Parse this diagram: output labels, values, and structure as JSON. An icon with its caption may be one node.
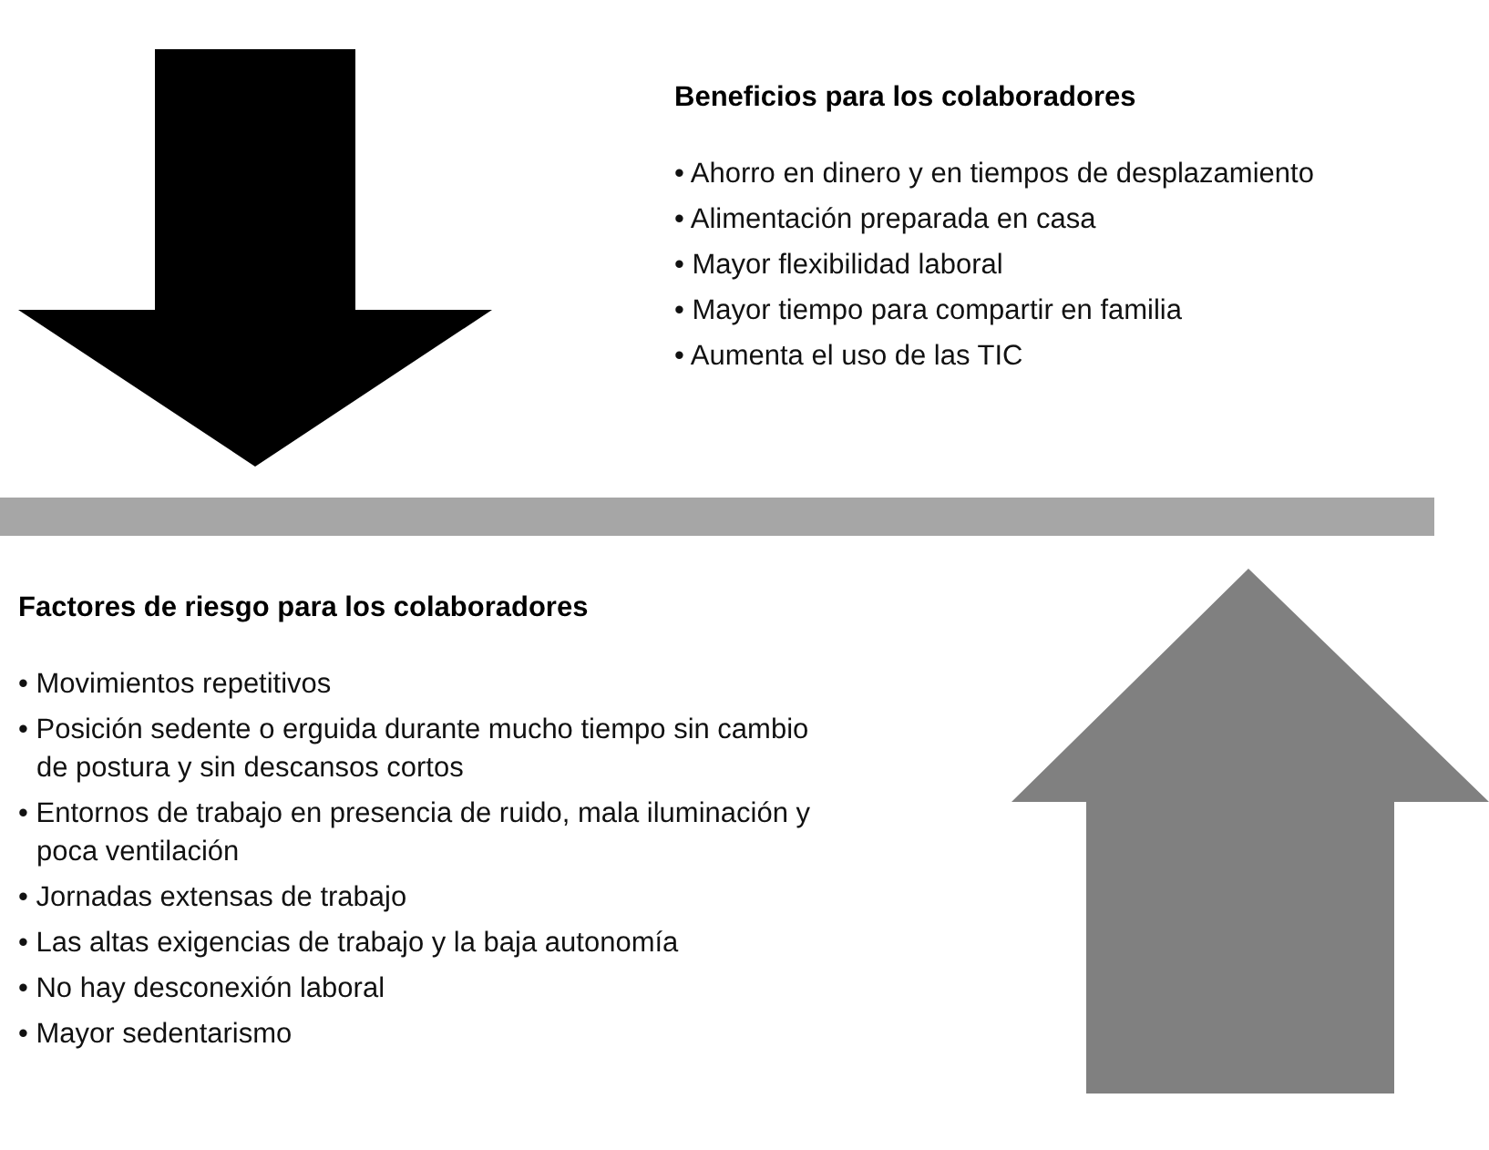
{
  "diagram": {
    "nodes": [
      {
        "text": [],
        "shape": "bar"
      }
    ],
    "labels": [
      "Beneficios para los colaboradores",
      "• Ahorro en dinero y en tiempos de desplazamiento",
      "• Alimentación preparada en casa",
      "• Mayor flexibilidad laboral",
      "• Mayor tiempo para compartir en familia",
      "• Aumenta el uso de las TIC",
      "Factores de riesgo para los colaboradores",
      "• Movimientos repetitivos",
      "• Posición sedente o erguida durante mucho tiempo sin cambio de postura y sin descansos cortos",
      "• Entornos de trabajo en presencia de ruido, mala iluminación y poca ventilación",
      "• Jornadas extensas de trabajo",
      "• Las altas exigencias de trabajo y la baja autonomía",
      "• No hay desconexión laboral",
      "• Mayor sedentarismo"
    ]
  }
}
